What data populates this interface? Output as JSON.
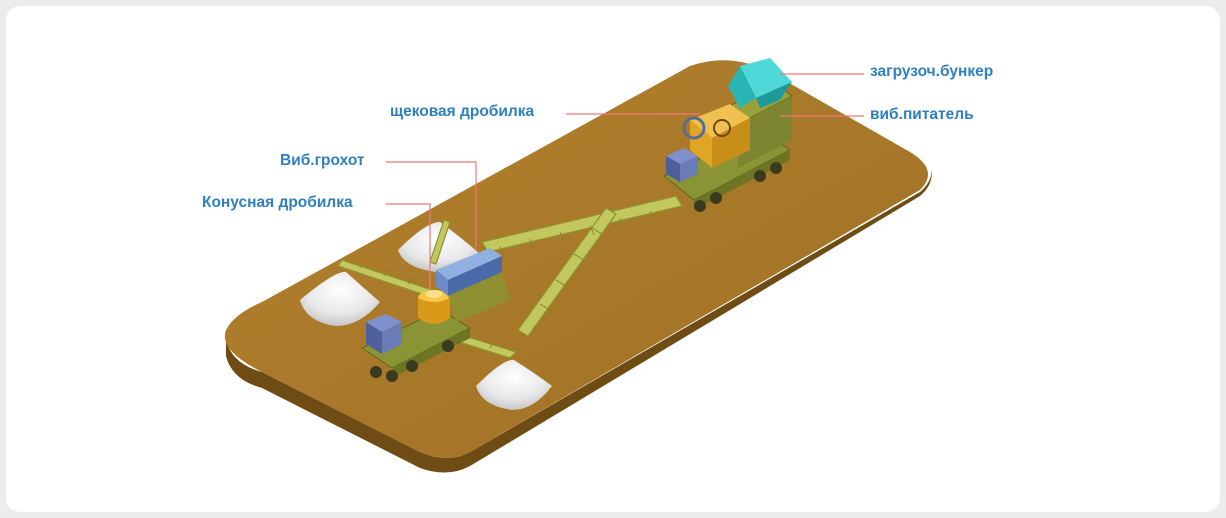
{
  "diagram": {
    "labels": {
      "hopper": "загрузоч.бункер",
      "feeder": "виб.питатель",
      "jaw_crusher": "щековая дробилка",
      "screen": "Виб.грохот",
      "cone_crusher": "Конусная дробилка"
    }
  },
  "colors": {
    "background": "#ffffff",
    "platform_top": "#a8792a",
    "platform_side": "#6e4c14",
    "machinery_frame": "#9aa13a",
    "conveyor": "#b9c05a",
    "hopper": "#33c6c6",
    "crusher_body": "#e0a623",
    "motor_box": "#5d6fb0",
    "sand_pile": "#e6e6e6",
    "label_text": "#2f7fc1",
    "leader_line": "#f07878"
  }
}
